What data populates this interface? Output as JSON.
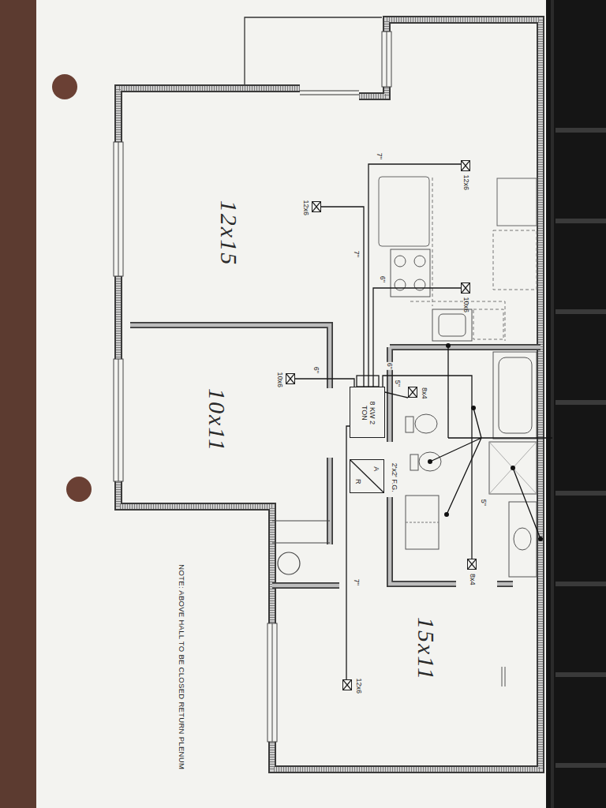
{
  "diagram": {
    "nodes": [
      {
        "text": [
          "8 KW 2 TON"
        ]
      },
      {
        "text": [
          "R",
          "A",
          "2'x2' F.G."
        ]
      },
      {
        "text": [
          "12x6"
        ]
      },
      {
        "text": [
          "12x6"
        ]
      },
      {
        "text": [
          "10x6"
        ]
      },
      {
        "text": [
          "10x6"
        ]
      },
      {
        "text": [
          "8x4"
        ]
      },
      {
        "text": [
          "8x4"
        ]
      },
      {
        "text": [
          "12x6"
        ]
      }
    ],
    "edges": [
      {
        "from": 0,
        "to": 2,
        "arrow": "none",
        "label": "7\""
      },
      {
        "from": 0,
        "to": 3,
        "arrow": "none",
        "label": "7\""
      },
      {
        "from": 0,
        "to": 4,
        "arrow": "none",
        "label": "6\""
      },
      {
        "from": 0,
        "to": 5,
        "arrow": "none",
        "label": "6\""
      },
      {
        "from": 0,
        "to": 6,
        "arrow": "none",
        "label": "5\""
      },
      {
        "from": 0,
        "to": 7,
        "arrow": "none",
        "label": "5\""
      },
      {
        "from": 0,
        "to": 8,
        "arrow": "none",
        "label": "7\""
      }
    ],
    "labels": [
      "12x15",
      "10x11",
      "15x11",
      "6\"",
      "NOTE: ABOVE HALL TO BE CLOSED RETURN PLENUM"
    ]
  }
}
